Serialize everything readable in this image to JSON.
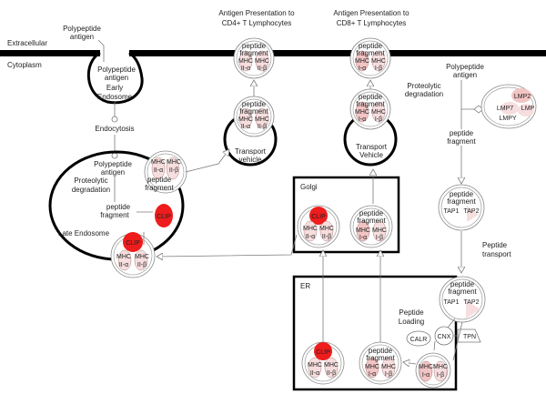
{
  "regions": {
    "extracellular": "Extracellular",
    "cytoplasm": "Cytoplasm",
    "cd4_title_1": "Antigen Presentation to",
    "cd4_title_2": "CD4+ T Lymphocytes",
    "cd8_title_1": "Antigen Presentation to",
    "cd8_title_2": "CD8+ T Lymphocytes",
    "golgi": "Golgi",
    "er": "ER",
    "late_endosome": "Late Endosome",
    "early_endosome_1": "Early",
    "early_endosome_2": "Endosome",
    "transport_vehicle_1_a": "Transport",
    "transport_vehicle_1_b": "vehicle",
    "transport_vehicle_2_a": "Transport",
    "transport_vehicle_2_b": "Vehicle"
  },
  "labels": {
    "polypeptide": "Polypeptide",
    "antigen": "antigen",
    "endocytosis": "Endocytosis",
    "proteolytic": "Proteolytic",
    "degradation": "degradation",
    "peptide": "peptide",
    "fragment": "fragment",
    "peptide_transport_1": "Peptide",
    "peptide_transport_2": "transport",
    "peptide_loading_1": "Peptide",
    "peptide_loading_2": "Loading"
  },
  "molecules": {
    "mhc": "MHC",
    "ii_a": "II-α",
    "ii_b": "II-β",
    "i_a": "I-α",
    "i_b": "I-β",
    "clip": "CLIP",
    "lmp2": "LMP2",
    "lmp7": "LMP7",
    "lmp": "LMP",
    "lmpy": "LMPY",
    "tap1": "TAP1",
    "tap2": "TAP2",
    "calr": "CALR",
    "cnx": "CNX",
    "tpn": "TPN"
  },
  "colors": {
    "membrane": "#000000",
    "highlight": "#ee1c1c",
    "light_red": "#f2c4c4",
    "pale_red": "#f7dede"
  }
}
